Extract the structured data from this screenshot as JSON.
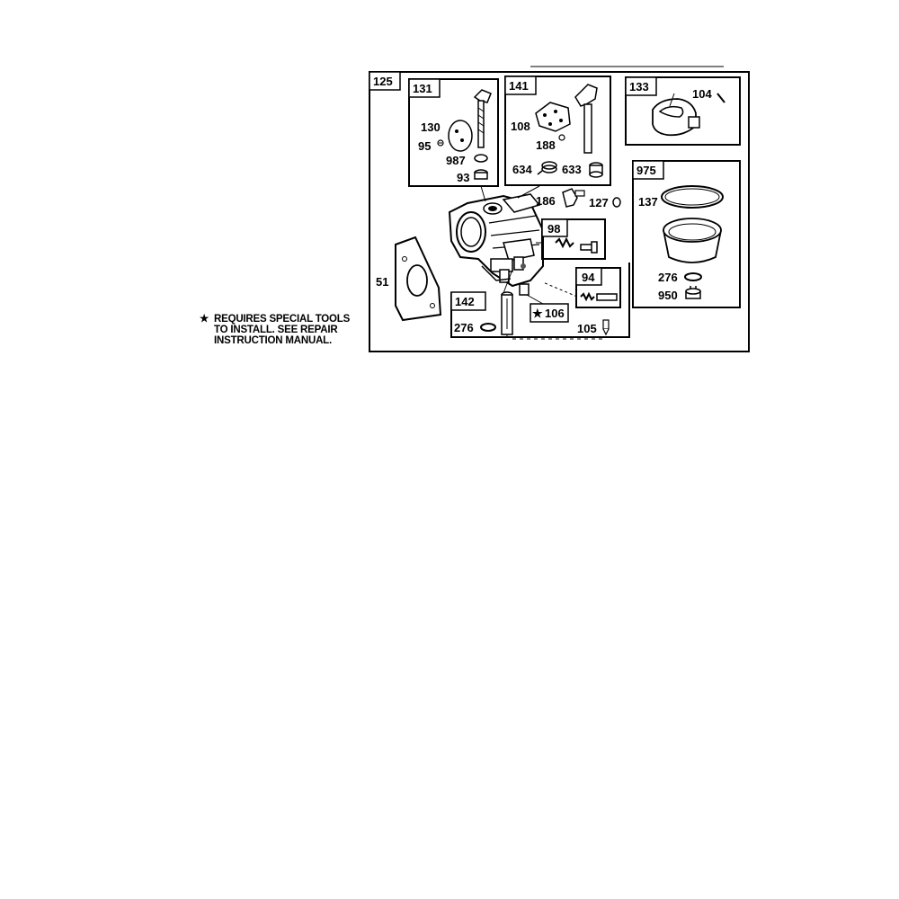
{
  "labels": {
    "assembly": "125",
    "kit_choke": "131",
    "p130": "130",
    "p95": "95",
    "p987": "987",
    "p93": "93",
    "kit_throttle": "141",
    "p108": "108",
    "p188": "188",
    "p634": "634",
    "p633": "633",
    "kit_float": "133",
    "p104": "104",
    "kit_bowl": "975",
    "p137": "137",
    "p276_bowl": "276",
    "p950": "950",
    "p186": "186",
    "p127": "127",
    "kit_98": "98",
    "kit_94": "94",
    "p51": "51",
    "kit_142": "142",
    "p276_tube": "276",
    "p106": "106",
    "p105": "105"
  },
  "note": {
    "star": "★",
    "line1": "REQUIRES SPECIAL TOOLS",
    "line2": "TO INSTALL.  SEE REPAIR",
    "line3": "INSTRUCTION MANUAL."
  },
  "colors": {
    "ink": "#000000",
    "paper": "#ffffff",
    "shade": "#555555"
  }
}
